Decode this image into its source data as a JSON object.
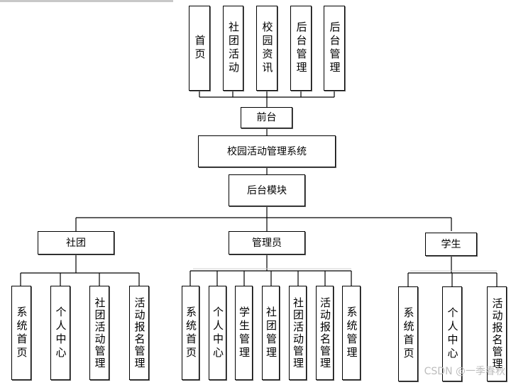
{
  "diagram": {
    "root": "校园活动管理系统",
    "front": {
      "label": "前台",
      "children": [
        "首页",
        "社团活动",
        "校园资讯",
        "后台管理",
        "后台管理"
      ]
    },
    "back": {
      "label": "后台模块",
      "roles": [
        {
          "label": "社团",
          "children": [
            "系统首页",
            "个人中心",
            "社团活动管理",
            "活动报名管理"
          ]
        },
        {
          "label": "管理员",
          "children": [
            "系统首页",
            "个人中心",
            "学生管理",
            "社团管理",
            "社团活动管理",
            "活动报名管理",
            "系统管理"
          ]
        },
        {
          "label": "学生",
          "children": [
            "系统首页",
            "个人中心",
            "活动报名管理"
          ]
        }
      ]
    }
  },
  "watermark": "CSDN @一季春秋",
  "colors": {
    "line": "#000000",
    "box_border": "#000000",
    "watermark": "#bdbdbd",
    "top_bar": "#c8c8c8"
  }
}
